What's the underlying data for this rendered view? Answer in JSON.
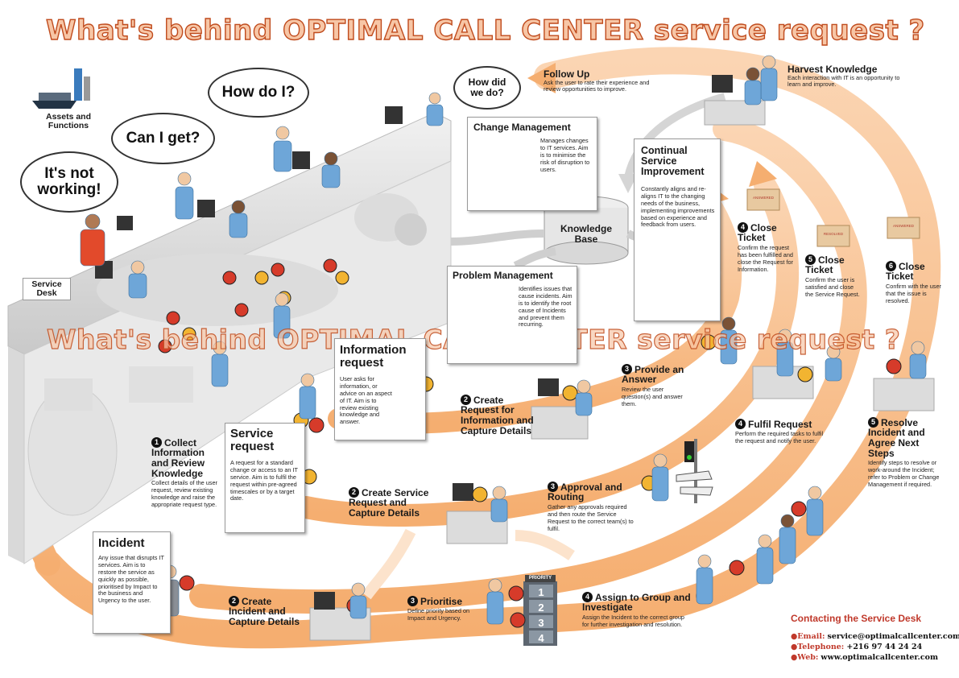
{
  "title": "What's behind OPTIMAL CALL CENTER service request ?",
  "watermark": "What's behind OPTIMAL CALL CENTER service request ?",
  "colors": {
    "path": "#f9c79c",
    "path_dark": "#f2a765",
    "title_fill": "#f7c6a6",
    "title_stroke": "#c04b1d",
    "accent_red": "#c0392b"
  },
  "service_desk": {
    "label": "Service Desk",
    "assets_label": "Assets and Functions"
  },
  "speech": {
    "not_working": "It's not working!",
    "can_i_get": "Can I get?",
    "how_do_i": "How do I?",
    "how_did_we_do": "How did we do?"
  },
  "follow_up": {
    "title": "Follow Up",
    "text": "Ask the user to rate their experience and review opportunities to improve."
  },
  "harvest": {
    "title": "Harvest Knowledge",
    "text": "Each interaction with IT is an opportunity to learn and improve."
  },
  "change_mgmt": {
    "title": "Change Management",
    "text": "Manages changes to IT services. Aim is to minimise the risk of disruption to users."
  },
  "csi": {
    "title": "Continual Service Improvement",
    "text": "Constantly aligns and re-aligns IT to the changing needs of the business, implementing improvements based on experience and feedback from users."
  },
  "knowledge_base": "Knowledge Base",
  "problem_mgmt": {
    "title": "Problem Management",
    "text": "Identifies issues that cause incidents. Aim is to identify the root cause of Incidents and prevent them recurring."
  },
  "information_request": {
    "title": "Information request",
    "text": "User asks for information, or advice on an aspect of IT. Aim is to review existing knowledge and answer."
  },
  "service_request": {
    "title": "Service request",
    "text": "A request for a standard change or access to an IT service. Aim is to fulfil the request within pre-agreed timescales or by a target date."
  },
  "incident": {
    "title": "Incident",
    "text": "Any issue that disrupts IT services. Aim is to restore the service as quickly as possible, prioritised by Impact to the business and Urgency to the user."
  },
  "steps": {
    "collect": {
      "num": "1",
      "title": "Collect Information and Review Knowledge",
      "text": "Collect details of the user request, review existing knowledge and raise the appropriate request type."
    },
    "info_capture": {
      "num": "2",
      "title": "Create Request for Information and Capture Details"
    },
    "provide_answer": {
      "num": "3",
      "title": "Provide an Answer",
      "text": "Review the user question(s) and answer them."
    },
    "close1": {
      "num": "4",
      "title": "Close Ticket",
      "text": "Confirm the request has been fulfilled and close the Request for Information."
    },
    "close2": {
      "num": "5",
      "title": "Close Ticket",
      "text": "Confirm the user is satisfied and close the Service Request."
    },
    "close3": {
      "num": "6",
      "title": "Close Ticket",
      "text": "Confirm with the user that the issue is resolved."
    },
    "sr_capture": {
      "num": "2",
      "title": "Create Service Request and Capture Details"
    },
    "approval": {
      "num": "3",
      "title": "Approval and Routing",
      "text": "Gather any approvals required and then route the Service Request to the correct team(s) to fulfil."
    },
    "fulfil": {
      "num": "4",
      "title": "Fulfil Request",
      "text": "Perform the required tasks to fulfil the request and notify the user."
    },
    "resolve": {
      "num": "5",
      "title": "Resolve Incident and Agree Next Steps",
      "text": "Identify steps to resolve or work-around the Incident; refer to Problem or Change Management if required."
    },
    "inc_capture": {
      "num": "2",
      "title": "Create Incident and Capture Details"
    },
    "prioritise": {
      "num": "3",
      "title": "Prioritise",
      "text": "Define priority based on Impact and Urgency."
    },
    "assign": {
      "num": "4",
      "title": "Assign to Group and Investigate",
      "text": "Assign the Incident to the correct group for further investigation and resolution."
    }
  },
  "priority": {
    "label": "PRIORITY",
    "levels": [
      "1",
      "2",
      "3",
      "4"
    ]
  },
  "stamps": {
    "answered": "ANSWERED",
    "resolved": "RESOLVED"
  },
  "contact": {
    "title": "Contacting the Service Desk",
    "email_label": "Email:",
    "email": "service@optimalcallcenter.com",
    "phone_label": "Telephone:",
    "phone": "+216 97 44 24 24",
    "web_label": "Web:",
    "web": "www.optimalcallcenter.com"
  }
}
